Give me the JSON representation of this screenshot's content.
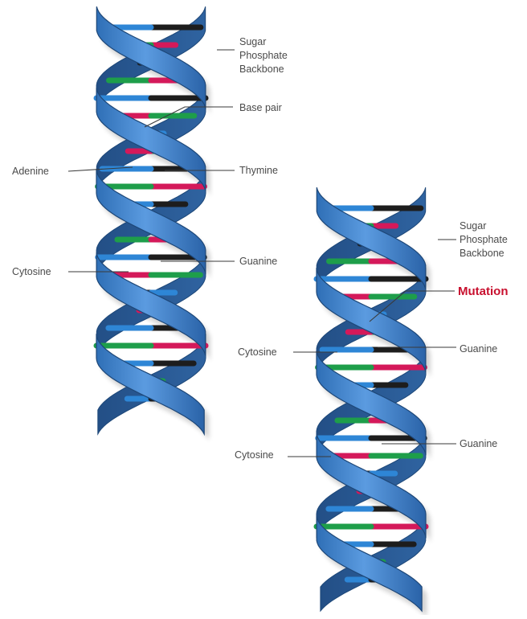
{
  "colors": {
    "backbone_front": "#3d7fc6",
    "backbone_back": "#2a5f9e",
    "backbone_edge": "#1d4778",
    "adenine": "#d4195a",
    "thymine": "#1e9e4a",
    "cytosine": "#1d1d1d",
    "guanine": "#2e86d6",
    "mutation": "#c8102e",
    "label": "#4a4a4a"
  },
  "left_helix": {
    "backbone_label": [
      "Sugar",
      "Phosphate",
      "Backbone"
    ],
    "base_pair": "Base pair",
    "adenine": "Adenine",
    "thymine": "Thymine",
    "cytosine": "Cytosine",
    "guanine": "Guanine"
  },
  "right_helix": {
    "backbone_label": [
      "Sugar",
      "Phosphate",
      "Backbone"
    ],
    "mutation": "Mutation",
    "cytosine_1": "Cytosine",
    "guanine_1": "Guanine",
    "cytosine_2": "Cytosine",
    "guanine_2": "Guanine"
  }
}
